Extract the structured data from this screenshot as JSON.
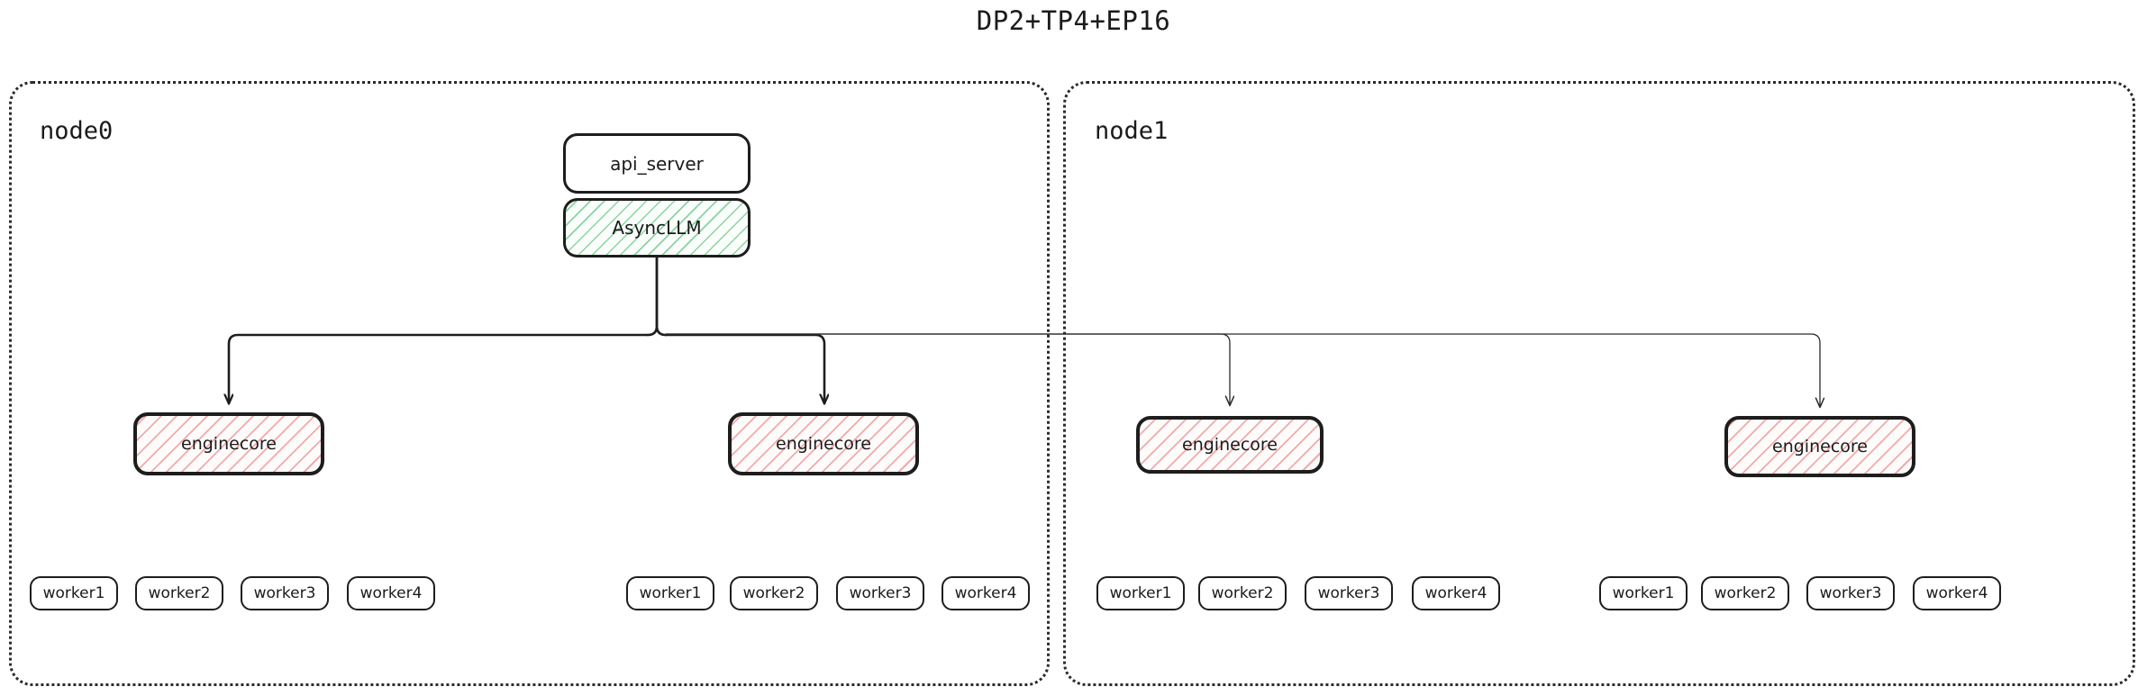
{
  "title": "DP2+TP4+EP16",
  "colors": {
    "stroke": "#1d1d1d",
    "node_border": "#2b2b2b",
    "asyncllm_hatch": "#8ad3a1",
    "enginecore_hatch": "#f2aaaa",
    "background": "#ffffff",
    "text": "#1b1b1b"
  },
  "nodes": [
    {
      "id": "node0",
      "label": "node0"
    },
    {
      "id": "node1",
      "label": "node1"
    }
  ],
  "boxes": {
    "api_server": {
      "label": "api_server"
    },
    "async_llm": {
      "label": "AsyncLLM"
    }
  },
  "enginecores": [
    {
      "label": "enginecore",
      "node": "node0"
    },
    {
      "label": "enginecore",
      "node": "node0"
    },
    {
      "label": "enginecore",
      "node": "node1"
    },
    {
      "label": "enginecore",
      "node": "node1"
    }
  ],
  "worker_groups": [
    {
      "node": "node0",
      "workers": [
        {
          "label": "worker1"
        },
        {
          "label": "worker2"
        },
        {
          "label": "worker3"
        },
        {
          "label": "worker4"
        }
      ]
    },
    {
      "node": "node0",
      "workers": [
        {
          "label": "worker1"
        },
        {
          "label": "worker2"
        },
        {
          "label": "worker3"
        },
        {
          "label": "worker4"
        }
      ]
    },
    {
      "node": "node1",
      "workers": [
        {
          "label": "worker1"
        },
        {
          "label": "worker2"
        },
        {
          "label": "worker3"
        },
        {
          "label": "worker4"
        }
      ]
    },
    {
      "node": "node1",
      "workers": [
        {
          "label": "worker1"
        },
        {
          "label": "worker2"
        },
        {
          "label": "worker3"
        },
        {
          "label": "worker4"
        }
      ]
    }
  ]
}
